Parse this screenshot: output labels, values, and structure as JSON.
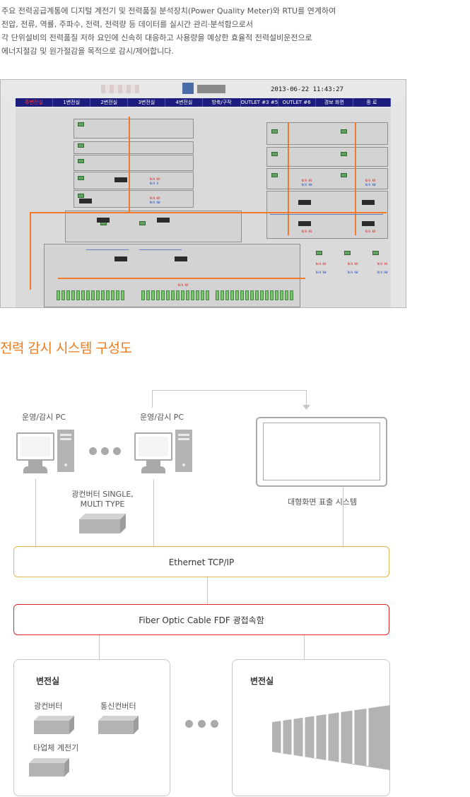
{
  "intro": {
    "lines": [
      "주요 전력공급계통에 디지털 계전기 및 전력품질 분석장치(Power Quality Meter)와 RTU를 연계하여",
      "전압, 전류, 역률, 주파수, 전력, 전력량 등 데이터를 실시간 관리·분석함으로서",
      "각 단위설비의 전력품질 저하 요인에 신속히 대응하고 사용량을 예상한 효율적 전력설비운전으로",
      "에너지절감 및 원가절감을 목적으로 감시/제어합니다."
    ]
  },
  "scada": {
    "datetime": "2013-06-22  11:43:27",
    "nav": [
      "주변전실",
      "1변전실",
      "2변전실",
      "3변전실",
      "4변전실",
      "방축/구작",
      "OUTLET #3 #5",
      "OUTLET #6",
      "경보 화면",
      "종 료"
    ],
    "readouts": {
      "kv": "N/A  KV",
      "a": "N/A   A",
      "kw": "N/A  KW"
    },
    "colors": {
      "nav_bg": "#1c1d7c",
      "bus_orange": "#f07a2a",
      "bus_blue": "#5f7fc4"
    }
  },
  "section_title": "전력 감시 시스템 구성도",
  "diagram": {
    "pc1_label": "운영/감시 PC",
    "pc2_label": "운영/감시 PC",
    "converter_label_1": "광컨버터 SINGLE,",
    "converter_label_2": "MULTI TYPE",
    "bigscreen_label": "대형화면 표출 시스템",
    "ethernet_label": "Ethernet TCP/IP",
    "fiber_label": "Fiber Optic Cable FDF 광접속함",
    "room_left": {
      "title": "변전실",
      "item1": "광컨버터",
      "item2": "통신컨버터",
      "item3": "타업체 계전기"
    },
    "room_right": {
      "title": "변전실"
    },
    "colors": {
      "accent_orange": "#f07a1e",
      "ethernet_border": "#e4b553",
      "fiber_border": "#dc2a2a"
    }
  }
}
